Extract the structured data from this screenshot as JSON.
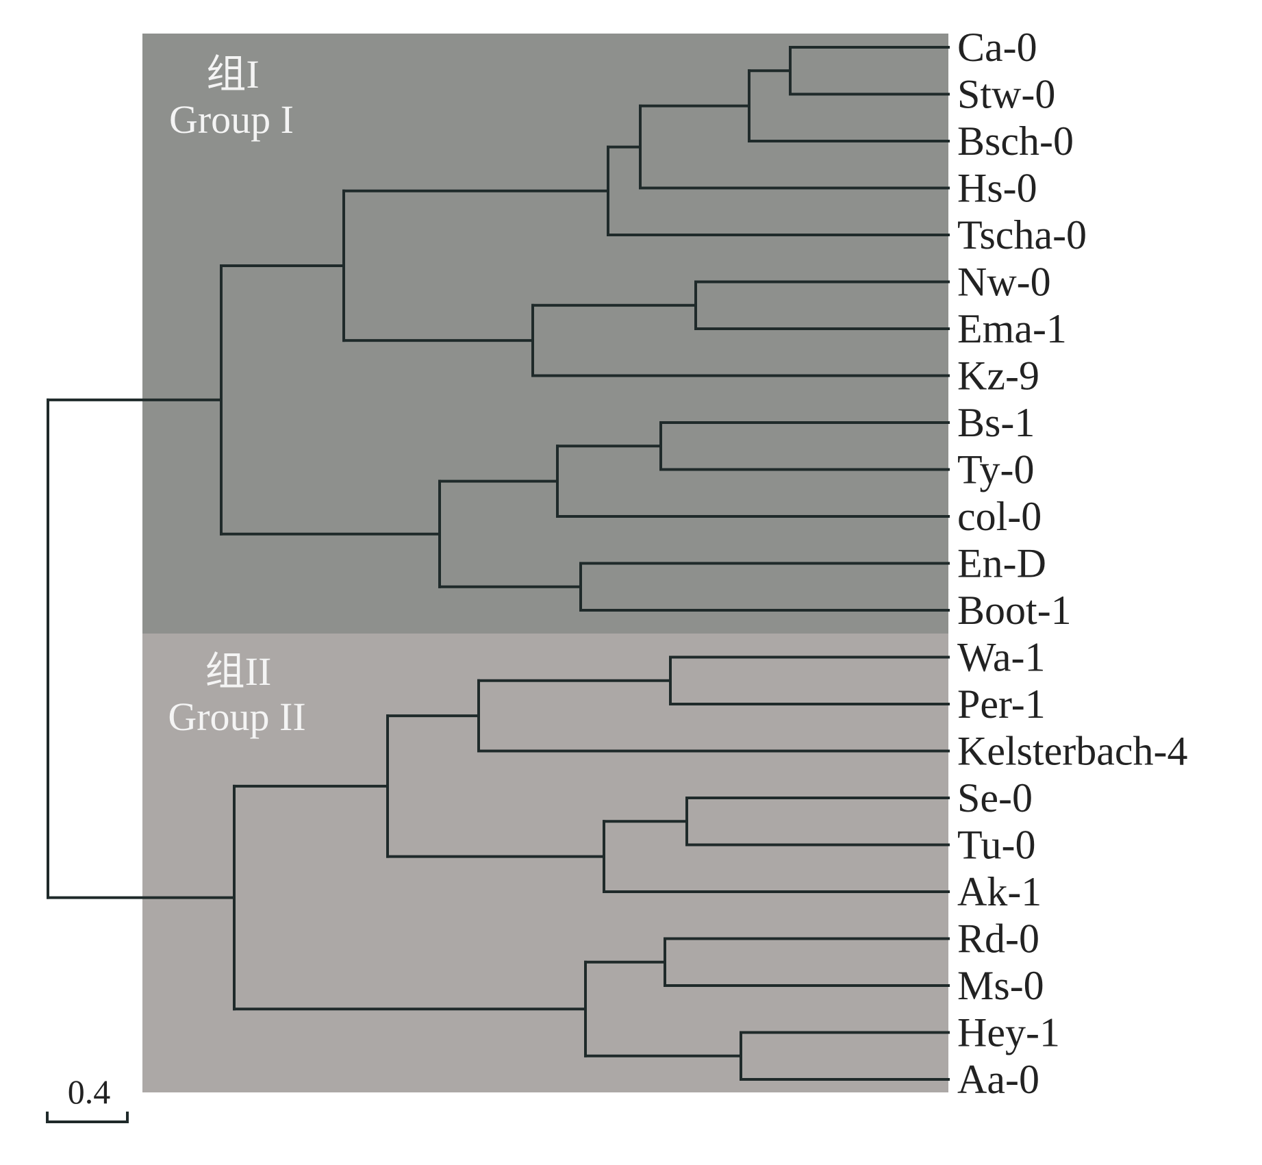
{
  "colors": {
    "group1_bg": "#8e908d",
    "group2_bg": "#aca8a6",
    "group_text": "#f4f4f4",
    "branch": "#1f2a2a",
    "label_text": "#222222"
  },
  "groups": [
    {
      "cn": "组I",
      "en": "Group I"
    },
    {
      "cn": "组II",
      "en": "Group II"
    }
  ],
  "leaves": [
    "Ca-0",
    "Stw-0",
    "Bsch-0",
    "Hs-0",
    "Tscha-0",
    "Nw-0",
    "Ema-1",
    "Kz-9",
    "Bs-1",
    "Ty-0",
    "col-0",
    "En-D",
    "Boot-1",
    "Wa-1",
    "Per-1",
    "Kelsterbach-4",
    "Se-0",
    "Tu-0",
    "Ak-1",
    "Rd-0",
    "Ms-0",
    "Hey-1",
    "Aa-0"
  ],
  "tree": {
    "children": [
      {
        "children": [
          {
            "children": [
              {
                "children": [
                  {
                    "children": [
                      {
                        "children": [
                          {
                            "children": [
                              {
                                "leaf": "Ca-0"
                              },
                              {
                                "leaf": "Stw-0"
                              }
                            ]
                          },
                          {
                            "leaf": "Bsch-0"
                          }
                        ]
                      },
                      {
                        "leaf": "Hs-0"
                      }
                    ]
                  },
                  {
                    "leaf": "Tscha-0"
                  }
                ]
              },
              {
                "children": [
                  {
                    "children": [
                      {
                        "leaf": "Nw-0"
                      },
                      {
                        "leaf": "Ema-1"
                      }
                    ]
                  },
                  {
                    "leaf": "Kz-9"
                  }
                ]
              }
            ]
          },
          {
            "children": [
              {
                "children": [
                  {
                    "children": [
                      {
                        "leaf": "Bs-1"
                      },
                      {
                        "leaf": "Ty-0"
                      }
                    ]
                  },
                  {
                    "leaf": "col-0"
                  }
                ]
              },
              {
                "children": [
                  {
                    "leaf": "En-D"
                  },
                  {
                    "leaf": "Boot-1"
                  }
                ]
              }
            ]
          }
        ]
      },
      {
        "children": [
          {
            "children": [
              {
                "children": [
                  {
                    "children": [
                      {
                        "leaf": "Wa-1"
                      },
                      {
                        "leaf": "Per-1"
                      }
                    ]
                  },
                  {
                    "leaf": "Kelsterbach-4"
                  }
                ]
              },
              {
                "children": [
                  {
                    "children": [
                      {
                        "leaf": "Se-0"
                      },
                      {
                        "leaf": "Tu-0"
                      }
                    ]
                  },
                  {
                    "leaf": "Ak-1"
                  }
                ]
              }
            ]
          },
          {
            "children": [
              {
                "children": [
                  {
                    "leaf": "Rd-0"
                  },
                  {
                    "leaf": "Ms-0"
                  }
                ]
              },
              {
                "children": [
                  {
                    "leaf": "Hey-1"
                  },
                  {
                    "leaf": "Aa-0"
                  }
                ]
              }
            ]
          }
        ]
      }
    ]
  },
  "scale_bar": {
    "label": "0.4"
  }
}
